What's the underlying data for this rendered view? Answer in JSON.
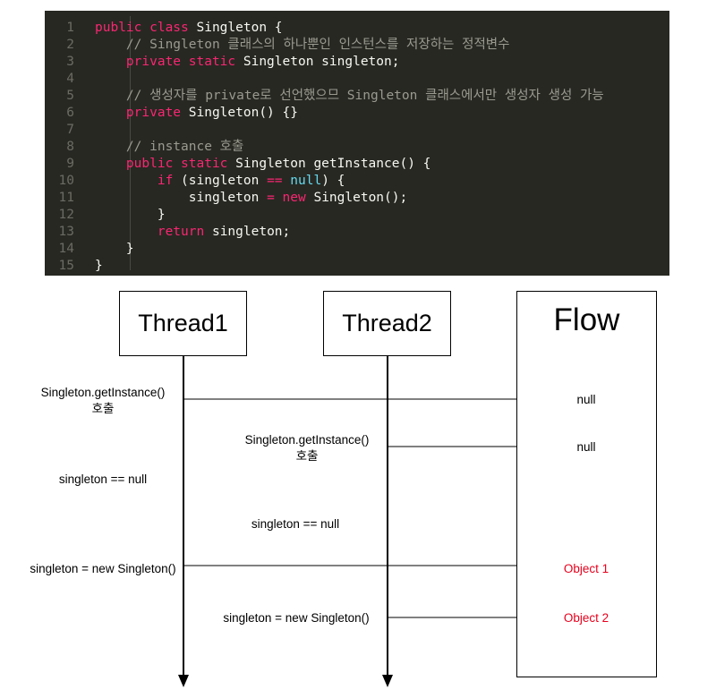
{
  "code": {
    "line_numbers": [
      "1",
      "2",
      "3",
      "4",
      "5",
      "6",
      "7",
      "8",
      "9",
      "10",
      "11",
      "12",
      "13",
      "14",
      "15"
    ],
    "lines": [
      [
        {
          "t": "public class",
          "c": "kw"
        },
        {
          "t": " Singleton {",
          "c": ""
        }
      ],
      [
        {
          "t": "    // Singleton 클래스의 하나뿐인 인스턴스를 저장하는 정적변수",
          "c": "cm"
        }
      ],
      [
        {
          "t": "    ",
          "c": ""
        },
        {
          "t": "private static",
          "c": "kw"
        },
        {
          "t": " Singleton singleton;",
          "c": ""
        }
      ],
      [],
      [
        {
          "t": "    // 생성자를 private로 선언했으므 Singleton 클래스에서만 생성자 생성 가능",
          "c": "cm"
        }
      ],
      [
        {
          "t": "    ",
          "c": ""
        },
        {
          "t": "private",
          "c": "kw"
        },
        {
          "t": " Singleton() {}",
          "c": ""
        }
      ],
      [],
      [
        {
          "t": "    // instance 호출",
          "c": "cm"
        }
      ],
      [
        {
          "t": "    ",
          "c": ""
        },
        {
          "t": "public static",
          "c": "kw"
        },
        {
          "t": " Singleton getInstance() {",
          "c": ""
        }
      ],
      [
        {
          "t": "        ",
          "c": ""
        },
        {
          "t": "if",
          "c": "kw"
        },
        {
          "t": " (singleton ",
          "c": ""
        },
        {
          "t": "==",
          "c": "kw"
        },
        {
          "t": " ",
          "c": ""
        },
        {
          "t": "null",
          "c": "nl"
        },
        {
          "t": ") {",
          "c": ""
        }
      ],
      [
        {
          "t": "            singleton ",
          "c": ""
        },
        {
          "t": "=",
          "c": "kw"
        },
        {
          "t": " ",
          "c": ""
        },
        {
          "t": "new",
          "c": "kw"
        },
        {
          "t": " Singleton();",
          "c": ""
        }
      ],
      [
        {
          "t": "        }",
          "c": ""
        }
      ],
      [
        {
          "t": "        ",
          "c": ""
        },
        {
          "t": "return",
          "c": "kw"
        },
        {
          "t": " singleton;",
          "c": ""
        }
      ],
      [
        {
          "t": "    }",
          "c": ""
        }
      ],
      [
        {
          "t": "}",
          "c": ""
        }
      ]
    ]
  },
  "diagram": {
    "thread1_title": "Thread1",
    "thread2_title": "Thread2",
    "flow_title": "Flow",
    "t1_call_line1": "Singleton.getInstance()",
    "t1_call_line2": "호출",
    "t2_call_line1": "Singleton.getInstance()",
    "t2_call_line2": "호출",
    "t1_check": "singleton == null",
    "t2_check": "singleton == null",
    "t1_new": "singleton = new Singleton()",
    "t2_new": "singleton = new Singleton()",
    "flow_null_1": "null",
    "flow_null_2": "null",
    "flow_object_1": "Object 1",
    "flow_object_2": "Object 2",
    "colors": {
      "code_bg": "#272822",
      "keyword": "#f92672",
      "comment": "#9a9a90",
      "literal": "#66d9ef",
      "object_text": "#e8001c"
    }
  }
}
